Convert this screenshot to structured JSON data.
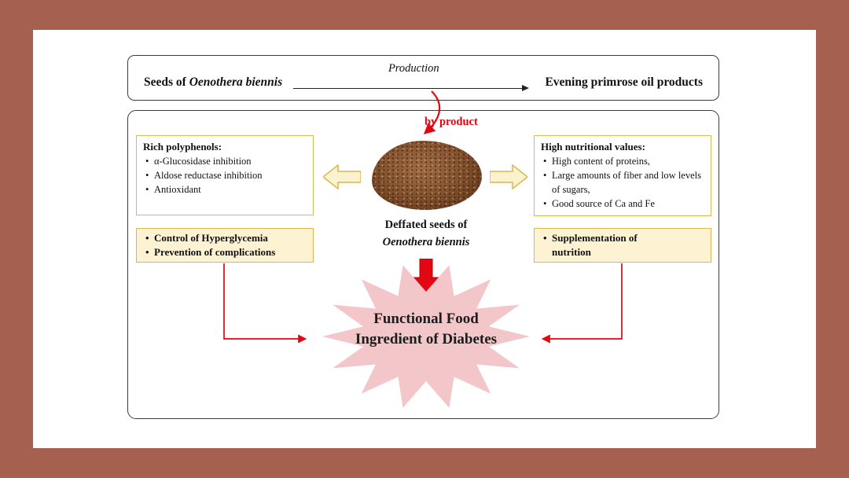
{
  "colors": {
    "frame": "#a6604f",
    "accent-red": "#e30613",
    "box-border": "#3c3c3c",
    "panel-border": "#d9b84e",
    "panel-fill": "#fdf3d2",
    "arrow-fill": "#fbf3cf",
    "starburst-pink": "#f3c6ca"
  },
  "top_banner": {
    "left_prefix": "Seeds of ",
    "left_species": "Oenothera biennis",
    "arrow_label": "Production",
    "right_label": "Evening primrose oil products"
  },
  "byproduct": {
    "label": "by product"
  },
  "left_panel": {
    "title": "Rich polyphenols:",
    "items": [
      "α-Glucosidase inhibition",
      "Aldose reductase inhibition",
      "Antioxidant"
    ]
  },
  "right_panel": {
    "title": "High nutritional values:",
    "items": [
      "High content of proteins,",
      "Large amounts of fiber and low levels of sugars,",
      "Good source of Ca and Fe"
    ]
  },
  "left_highlight": {
    "items": [
      "Control of Hyperglycemia",
      "Prevention of complications"
    ]
  },
  "right_highlight": {
    "items": [
      "Supplementation of nutrition"
    ]
  },
  "seed_caption": {
    "line1": "Deffated seeds of",
    "line2": "Oenothera biennis"
  },
  "starburst": {
    "line1": "Functional Food",
    "line2": "Ingredient of Diabetes"
  }
}
